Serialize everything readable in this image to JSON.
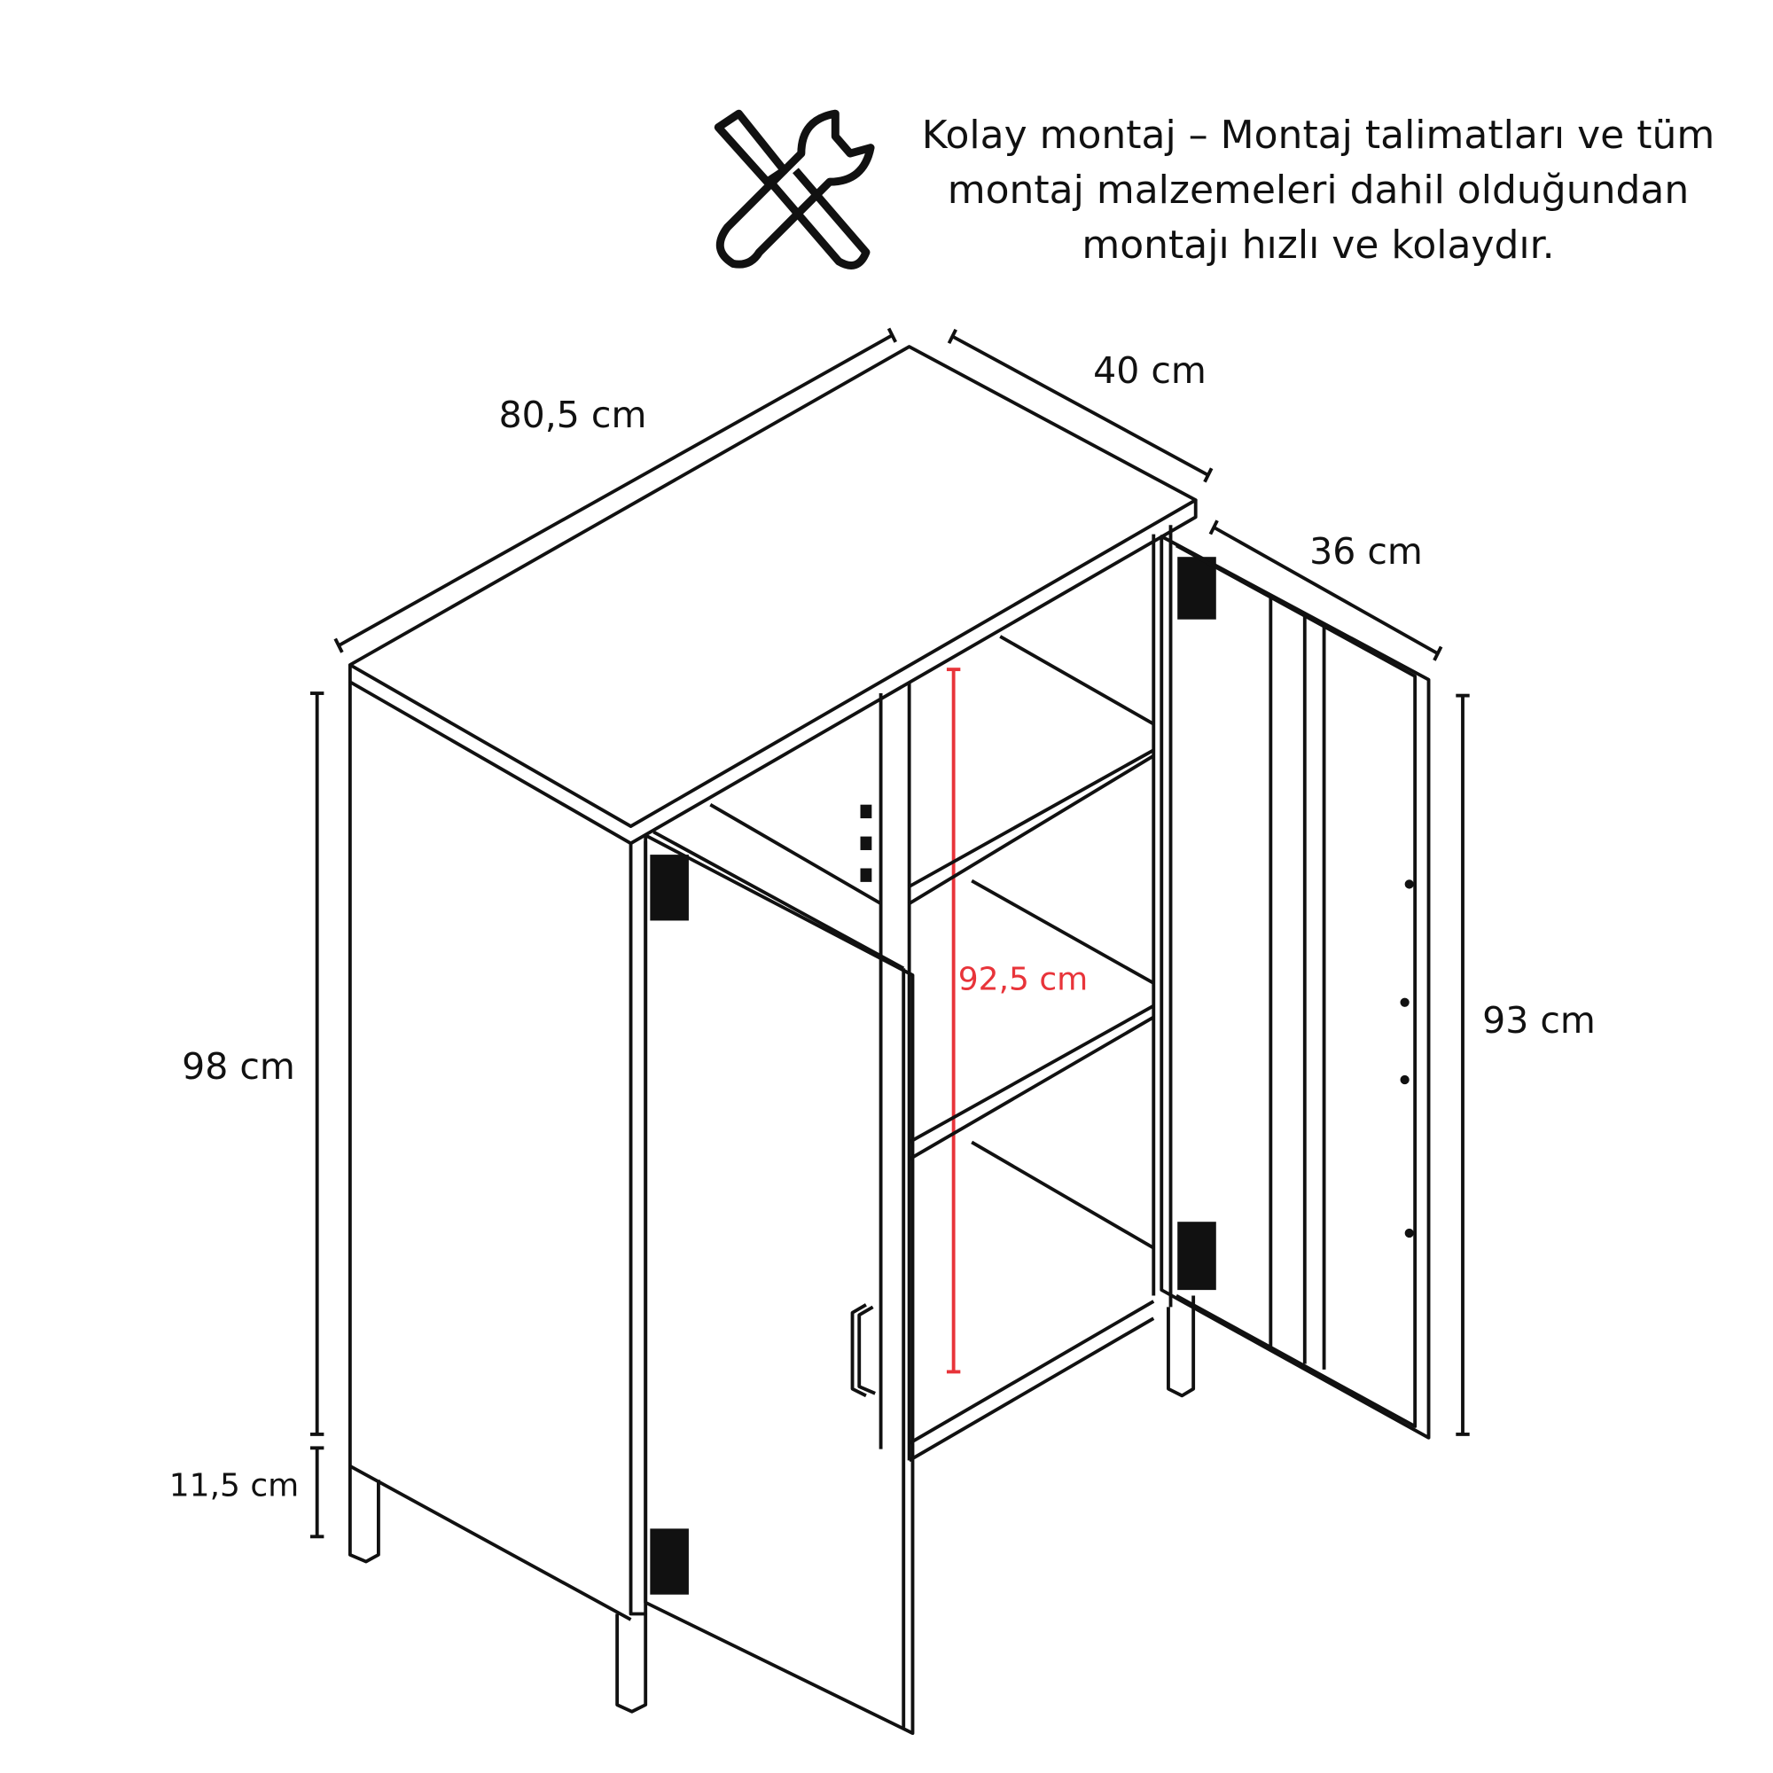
{
  "header": {
    "icon": "tools-icon",
    "lines": [
      "Kolay montaj – Montaj talimatları ve tüm",
      "montaj malzemeleri dahil olduğundan",
      "montajı hızlı ve kolaydır."
    ]
  },
  "dimensions": {
    "width": "80,5 cm",
    "depth": "40 cm",
    "door_width": "36 cm",
    "total_height": "98 cm",
    "leg_height": "11,5 cm",
    "interior_height": "92,5 cm",
    "door_height": "93 cm"
  },
  "colors": {
    "line": "#111111",
    "interior_dimension": "#e8343a"
  }
}
